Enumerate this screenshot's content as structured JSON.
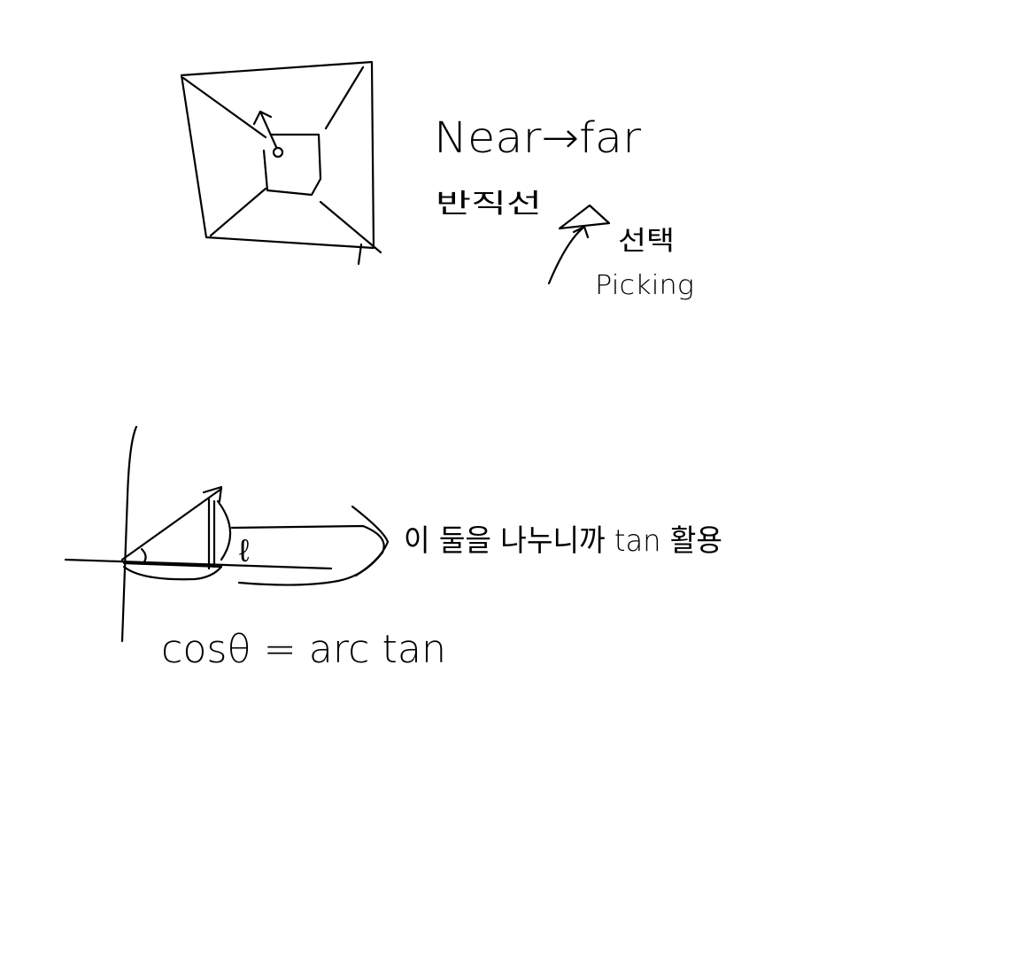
{
  "notes": {
    "near_far": "Near→far",
    "ray": "반직선",
    "select": "선택",
    "picking": "Picking",
    "tan_explanation": "이 둘을 나누니까 tan 활용",
    "formula": "cosθ = arc tan"
  },
  "symbols": {
    "length": "ℓ"
  },
  "colors": {
    "ink": "#000000",
    "paper": "#ffffff"
  }
}
